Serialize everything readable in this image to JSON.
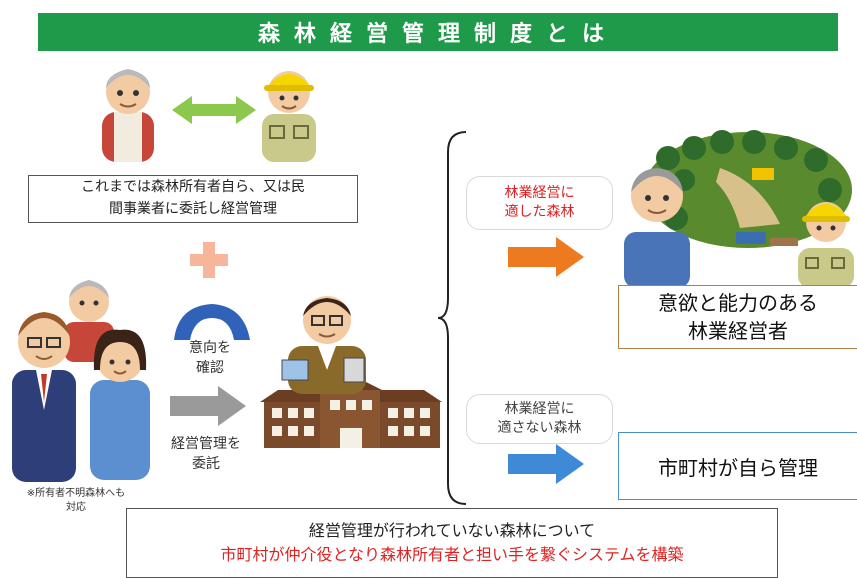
{
  "title": "森林経営管理制度とは",
  "owner_box": {
    "line1": "これまでは森林所有者自ら、又は民",
    "line2": "間事業者に委託し経営管理"
  },
  "confirm_label": {
    "line1": "意向を",
    "line2": "確認"
  },
  "entrust_label": {
    "line1": "経営管理を",
    "line2": "委託"
  },
  "note": {
    "line1": "※所有者不明森林へも",
    "line2": "対応"
  },
  "suitable_label": {
    "line1": "林業経営に",
    "line2": "適した森林"
  },
  "unsuitable_label": {
    "line1": "林業経営に",
    "line2": "適さない森林"
  },
  "manager_box": {
    "line1": "意欲と能力のある",
    "line2": "林業経営者"
  },
  "municipality_box": "市町村が自ら管理",
  "bottom_box": {
    "line1": "経営管理が行われていない森林について",
    "line2": "市町村が仲介役となり森林所有者と担い手を繋ぐシステムを構築"
  },
  "colors": {
    "title_bg": "#1f9a4a",
    "exchange_arrow": "#8cc84b",
    "plus": "#f7b59a",
    "arrow_orange": "#ee7a1f",
    "arrow_blue": "#3e8ad6",
    "arrow_gray": "#9a9a9a",
    "accent_red": "#dd2222"
  }
}
